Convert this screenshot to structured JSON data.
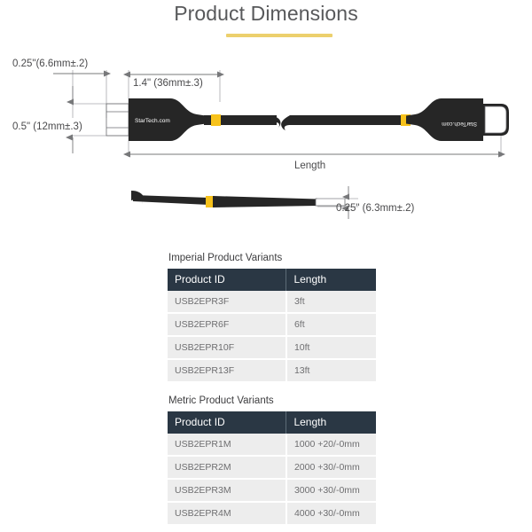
{
  "page": {
    "title": "Product Dimensions",
    "brand": "StarTech.com",
    "accent_color": "#ecd06d",
    "cable_band_color": "#f7c21b",
    "cable_body_color": "#262626",
    "table_header_color": "#2a3744",
    "table_row_color": "#ededed"
  },
  "dimensions": {
    "connector_width": "0.25\"(6.6mm±.2)",
    "connector_length": "1.4\" (36mm±.3)",
    "connector_height": "0.5\" (12mm±.3)",
    "overall_length": "Length",
    "cable_thickness": "0.25\" (6.3mm±.2)"
  },
  "tables": [
    {
      "caption": "Imperial Product Variants",
      "columns": [
        "Product ID",
        "Length"
      ],
      "rows": [
        [
          "USB2EPR3F",
          "3ft"
        ],
        [
          "USB2EPR6F",
          "6ft"
        ],
        [
          "USB2EPR10F",
          "10ft"
        ],
        [
          "USB2EPR13F",
          "13ft"
        ]
      ]
    },
    {
      "caption": "Metric Product Variants",
      "columns": [
        "Product ID",
        "Length"
      ],
      "rows": [
        [
          "USB2EPR1M",
          "1000 +20/-0mm"
        ],
        [
          "USB2EPR2M",
          "2000 +30/-0mm"
        ],
        [
          "USB2EPR3M",
          "3000 +30/-0mm"
        ],
        [
          "USB2EPR4M",
          "4000 +30/-0mm"
        ]
      ]
    }
  ]
}
